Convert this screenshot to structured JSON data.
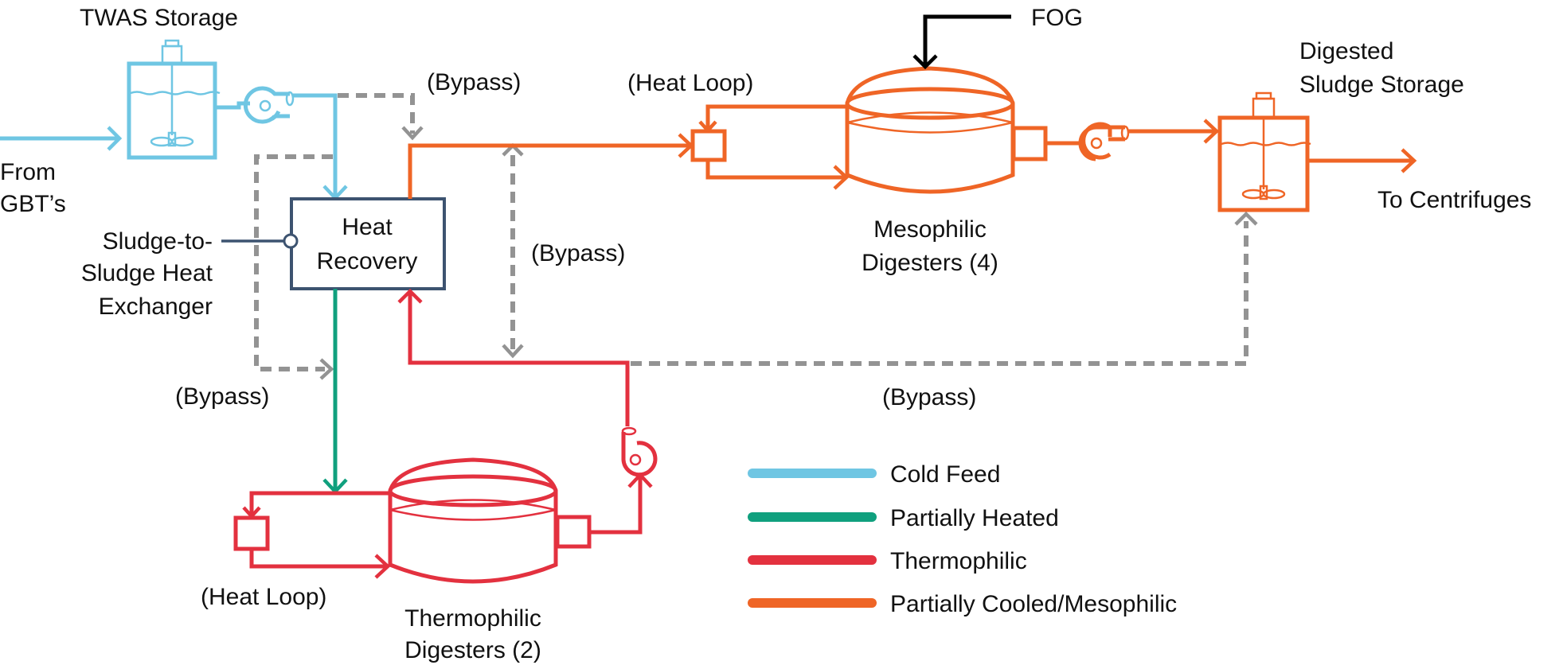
{
  "colors": {
    "cold_feed": "#6fc6e3",
    "partially_heated": "#10a07e",
    "thermophilic": "#e3313f",
    "mesophilic": "#ef6526",
    "bypass": "#939393",
    "heat_exchanger": "#3d5370",
    "fog": "#000000"
  },
  "labels": {
    "twas_storage": "TWAS Storage",
    "from_gbt_line1": "From",
    "from_gbt_line2": "GBT’s",
    "heat_exchanger_line1": "Sludge-to-",
    "heat_exchanger_line2": "Sludge Heat",
    "heat_exchanger_line3": "Exchanger",
    "heat_recovery_line1": "Heat",
    "heat_recovery_line2": "Recovery",
    "bypass_top": "(Bypass)",
    "bypass_middle": "(Bypass)",
    "bypass_left": "(Bypass)",
    "bypass_bottom_right": "(Bypass)",
    "heat_loop_meso": "(Heat Loop)",
    "heat_loop_thermo": "(Heat Loop)",
    "fog": "FOG",
    "meso_line1": "Mesophilic",
    "meso_line2": "Digesters (4)",
    "thermo_line1": "Thermophilic",
    "thermo_line2": "Digesters (2)",
    "digested_line1": "Digested",
    "digested_line2": "Sludge Storage",
    "to_centrifuges": "To Centrifuges"
  },
  "legend": [
    {
      "label": "Cold Feed",
      "color": "#6fc6e3"
    },
    {
      "label": "Partially Heated",
      "color": "#10a07e"
    },
    {
      "label": "Thermophilic",
      "color": "#e3313f"
    },
    {
      "label": "Partially Cooled/Mesophilic",
      "color": "#ef6526"
    }
  ],
  "icons": {
    "storage_tank": "mixed-tank-icon",
    "pump": "centrifugal-pump-icon",
    "digester": "domed-digester-icon",
    "heat_loop": "heat-exchanger-box-icon"
  }
}
